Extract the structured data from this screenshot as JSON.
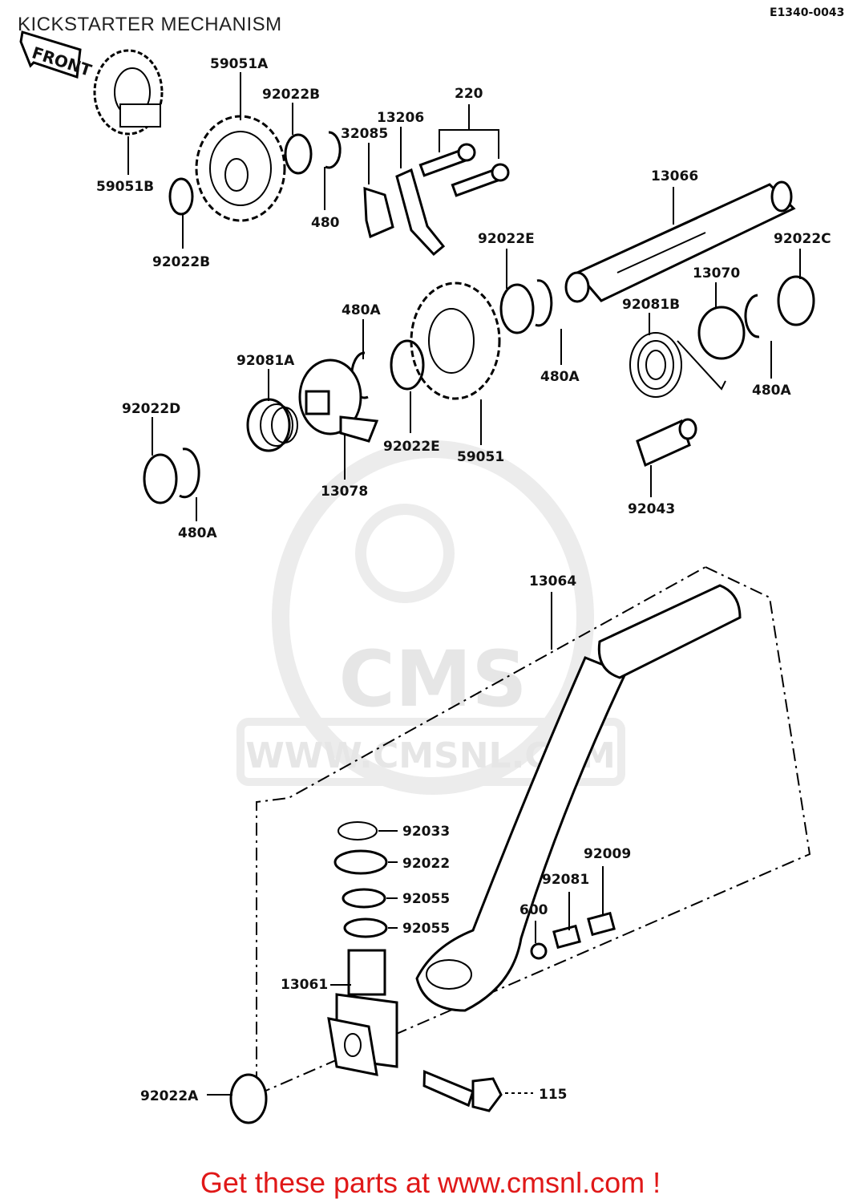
{
  "title": "KICKSTARTER MECHANISM",
  "figure_code": "E1340-0043",
  "front_marker": "FRONT",
  "watermark": {
    "brand": "CMS",
    "url": "WWW.CMSNL.COM"
  },
  "footer": "Get these parts at www.cmsnl.com !",
  "part_labels": {
    "p59051A": "59051A",
    "p92022B_top": "92022B",
    "p59051B": "59051B",
    "p92022B_bottom": "92022B",
    "p480_top": "480",
    "p32085": "32085",
    "p13206": "13206",
    "p220": "220",
    "p13066": "13066",
    "p92022E_right": "92022E",
    "p92022C": "92022C",
    "p13070": "13070",
    "p92081B": "92081B",
    "p480A_1": "480A",
    "p480A_2": "480A",
    "p480A_3": "480A",
    "p480A_4": "480A",
    "p92081A": "92081A",
    "p92022D": "92022D",
    "p92022E_left": "92022E",
    "p59051": "59051",
    "p13078": "13078",
    "p92043": "92043",
    "p13064": "13064",
    "p92033": "92033",
    "p92022": "92022",
    "p92055_1": "92055",
    "p92055_2": "92055",
    "p92009": "92009",
    "p92081": "92081",
    "p600": "600",
    "p13061": "13061",
    "p92022A": "92022A",
    "p115": "115"
  }
}
